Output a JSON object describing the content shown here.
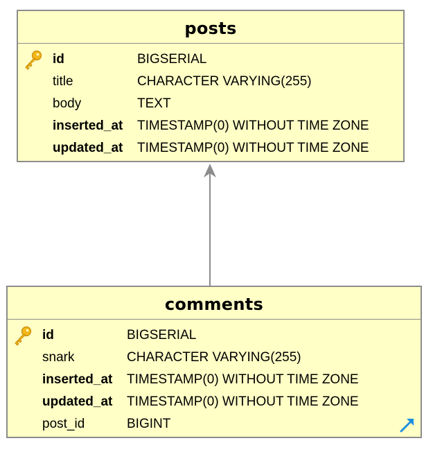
{
  "tables": {
    "posts": {
      "name": "posts",
      "columns": [
        {
          "name": "id",
          "type": "BIGSERIAL",
          "bold": true,
          "primary_key": true
        },
        {
          "name": "title",
          "type": "CHARACTER VARYING(255)",
          "bold": false
        },
        {
          "name": "body",
          "type": "TEXT",
          "bold": false
        },
        {
          "name": "inserted_at",
          "type": "TIMESTAMP(0) WITHOUT TIME ZONE",
          "bold": true
        },
        {
          "name": "updated_at",
          "type": "TIMESTAMP(0) WITHOUT TIME ZONE",
          "bold": true
        }
      ]
    },
    "comments": {
      "name": "comments",
      "columns": [
        {
          "name": "id",
          "type": "BIGSERIAL",
          "bold": true,
          "primary_key": true
        },
        {
          "name": "snark",
          "type": "CHARACTER VARYING(255)",
          "bold": false
        },
        {
          "name": "inserted_at",
          "type": "TIMESTAMP(0) WITHOUT TIME ZONE",
          "bold": true
        },
        {
          "name": "updated_at",
          "type": "TIMESTAMP(0) WITHOUT TIME ZONE",
          "bold": true
        },
        {
          "name": "post_id",
          "type": "BIGINT",
          "bold": false
        }
      ]
    }
  },
  "relationship": {
    "from": "comments",
    "to": "posts",
    "arrow_color": "#8c8c8c"
  },
  "colors": {
    "entity_fill": "#ffffc6",
    "entity_border": "#8c8c8c",
    "key_gold": "#f2b71a",
    "link_arrow": "#1f8fe0"
  },
  "icons": {
    "primary_key": "key-icon",
    "external_link": "diagonal-arrow-icon"
  }
}
